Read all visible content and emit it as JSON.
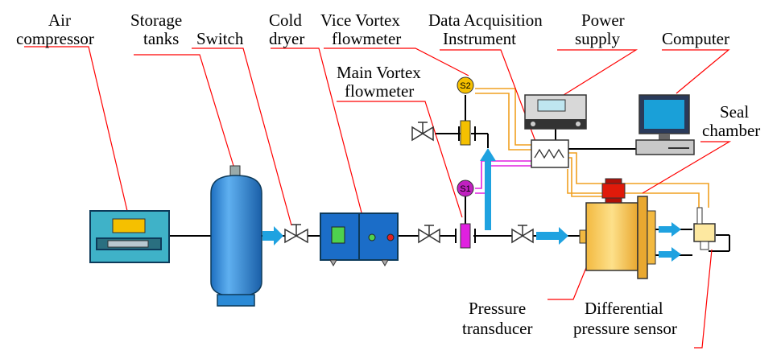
{
  "labels": {
    "air_compressor": [
      "Air",
      "compressor"
    ],
    "storage_tanks": [
      "Storage",
      "tanks"
    ],
    "switch": [
      "Switch"
    ],
    "cold_dryer": [
      "Cold",
      "dryer"
    ],
    "vice_vortex": [
      "Vice Vortex",
      "flowmeter"
    ],
    "data_acq": [
      "Data Acquisition",
      "Instrument"
    ],
    "power_supply": [
      "Power",
      "supply"
    ],
    "computer": [
      "Computer"
    ],
    "main_vortex": [
      "Main Vortex",
      "flowmeter"
    ],
    "seal_chamber": [
      "Seal",
      "chamber"
    ],
    "pressure_transducer": [
      "Pressure",
      "transducer"
    ],
    "diff_pressure": [
      "Differential",
      "pressure sensor"
    ]
  },
  "sensor_tags": {
    "s1": "S1",
    "s2": "S2"
  },
  "colors": {
    "leader": "#ff0000",
    "pipe": "#000000",
    "flow_arrow": "#1fa2e0",
    "tank": "#2b8ad6",
    "dryer": "#1b6dc8",
    "compressor": "#3fb2c8",
    "signal_orange": "#f0a020",
    "signal_magenta": "#e020e0",
    "flowmeter_main": "#e020e0",
    "flowmeter_vice": "#f5c000",
    "seal_chamber": "#f5c85a",
    "transducer": "#e01a0a"
  }
}
